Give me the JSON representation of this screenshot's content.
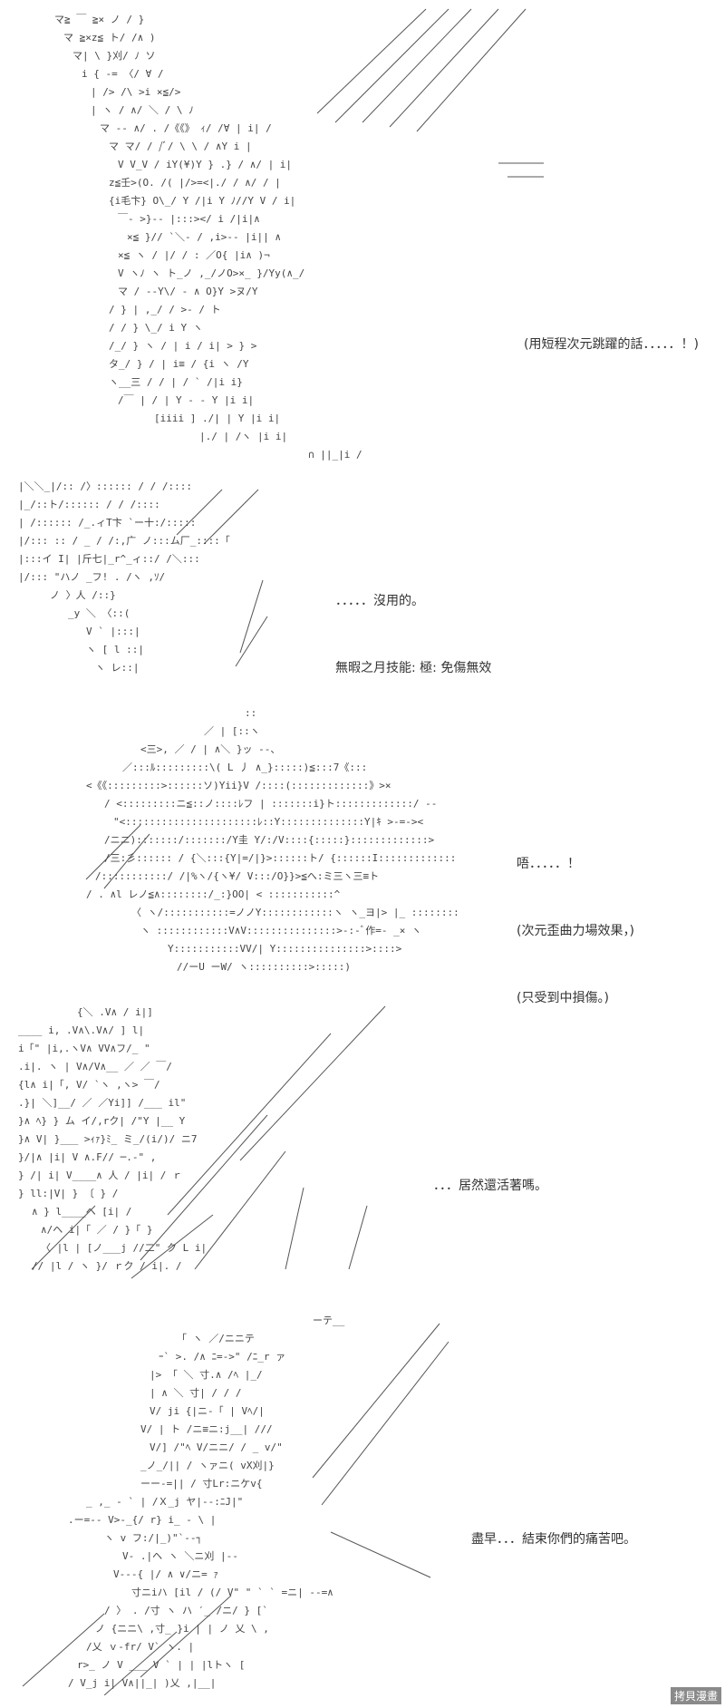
{
  "panels": [
    {
      "caption": [
        "(用短程次元跳躍的話．．．．．！)"
      ]
    },
    {
      "caption": [
        "．．．．．沒用的。",
        "無暇之月技能: 極: 免傷無效"
      ]
    },
    {
      "caption": [
        "唔．．．．．！",
        "(次元歪曲力場效果，)",
        "(只受到中損傷。)"
      ]
    },
    {
      "caption": [
        "．．．居然還活著嗎。"
      ]
    },
    {
      "caption": [
        "盡早．．．結束你們的痛苦吧。"
      ]
    }
  ],
  "watermark": "拷貝漫畫"
}
